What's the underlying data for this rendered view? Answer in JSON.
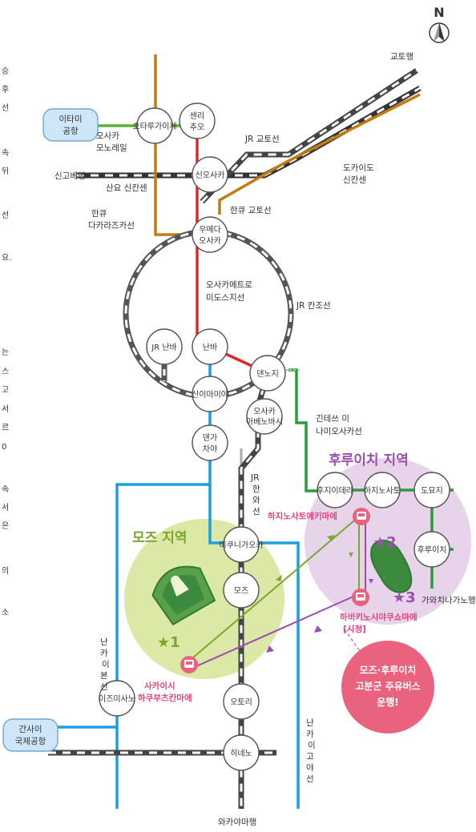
{
  "compass": {
    "label": "N"
  },
  "areas": {
    "mozu": {
      "label": "모즈 지역",
      "color": "#7aa82a",
      "fill": "#dce8a6"
    },
    "furuichi": {
      "label": "후루이치 지역",
      "color": "#9b4fb0",
      "fill": "#e7d3ea"
    }
  },
  "airports": {
    "itami": [
      "이타미",
      "공항"
    ],
    "kansai": [
      "간사이",
      "국제공항"
    ]
  },
  "stations": {
    "hotarugaike": "호타루가이케",
    "senri": [
      "센리",
      "추오"
    ],
    "shin_osaka": "신오사카",
    "umeda": [
      "우메다",
      "오사카"
    ],
    "jr_namba": "JR 난바",
    "namba": "난바",
    "tennoji": "덴노지",
    "shin_imamiya": "신이마미야",
    "abenobashi": [
      "오사카",
      "아베노바시"
    ],
    "tengachaya": [
      "덴가",
      "차야"
    ],
    "fujiidera": "후지이데라",
    "hajinosato": "하지노사토",
    "domyoji": "도묘지",
    "furuichi": "후루이치",
    "mikunigaoka": "미쿠니가오카",
    "mozu": "모즈",
    "otori": "오토리",
    "izumisano": "이즈미사노",
    "hineno": "히네노"
  },
  "line_labels": {
    "monorail": [
      "오사카",
      "모노레일"
    ],
    "jr_kyoto": "JR 교토선",
    "kyoto_bound": "교토행",
    "tokaido": [
      "도카이도",
      "신칸센"
    ],
    "shin_kobe_bound": "신고베행",
    "sanyo": "산요 신칸센",
    "hankyu_takarazuka": [
      "한큐",
      "다카라즈카선"
    ],
    "hankyu_kyoto": "한큐 교토선",
    "midosuji": [
      "오사카메트로",
      "미도스지선"
    ],
    "jr_kanjo": "JR 칸조선",
    "kintetsu": [
      "긴테쓰 미",
      "나미오사카선"
    ],
    "jr_hanwa": [
      "JR",
      "한",
      "와",
      "선"
    ],
    "nankai_main": [
      "난",
      "카",
      "이",
      "본",
      "선"
    ],
    "nankai_koya": [
      "난",
      "카",
      "이",
      "고",
      "야",
      "선"
    ],
    "wakayama_bound": "와카야마행",
    "kawachi_nagano_bound": "가와치나가노행"
  },
  "bus_stops": {
    "sakai": [
      "사카이시",
      "하쿠부츠칸마에"
    ],
    "hajinosato": "하지노사토에키마에",
    "habikino": [
      "하비키노시야쿠쇼마에",
      "[시청]"
    ]
  },
  "landmarks": {
    "star1": "★1",
    "star2": "★2",
    "star3": "★3"
  },
  "callout": {
    "lines": [
      "모즈·후루이치",
      "고분군 주유버스",
      "운행!"
    ],
    "color": "#e9637f"
  },
  "edge_text": {
    "a": "승",
    "b": "후",
    "c": "선",
    "d": "속",
    "e": "뒤",
    "f": "선",
    "g": "요.",
    "h": "는",
    "i": "스",
    "j": "고",
    "k": "서",
    "l": "르",
    "m": "0",
    "n": "속",
    "o": "서",
    "p": "은",
    "q": "의",
    "r": "소"
  },
  "colors": {
    "monorail": "#5fb233",
    "midosuji": "#e0262b",
    "hankyu": "#c47b10",
    "jr_kanjo": "#666666",
    "blue_lines": "#1a9fe0",
    "kintetsu": "#2a9c3c"
  }
}
